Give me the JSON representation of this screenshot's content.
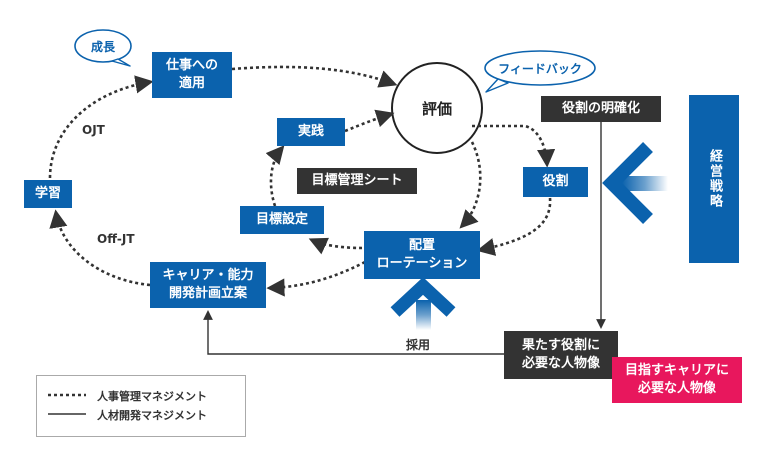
{
  "nodes": {
    "work_apply": "仕事への\n適用",
    "evaluation": "評価",
    "practice": "実践",
    "goal_sheet": "目標管理シート",
    "goal_setting": "目標設定",
    "role": "役割",
    "placement": "配置\nローテーション",
    "learning": "学習",
    "career_plan": "キャリア・能力\n開発計画立案",
    "role_clarify": "役割の明確化",
    "management_strategy": "経営戦略",
    "required_person": "果たす役割に\n必要な人物像",
    "career_person": "目指すキャリアに\n必要な人物像"
  },
  "labels": {
    "growth": "成長",
    "feedback": "フィードバック",
    "ojt": "OJT",
    "off_jt": "Off-JT",
    "recruit": "採用"
  },
  "legend": {
    "dotted": "人事管理マネジメント",
    "solid": "人材開発マネジメント"
  },
  "colors": {
    "blue": "#0b62ad",
    "dark": "#333333",
    "pink": "#e8175d"
  }
}
